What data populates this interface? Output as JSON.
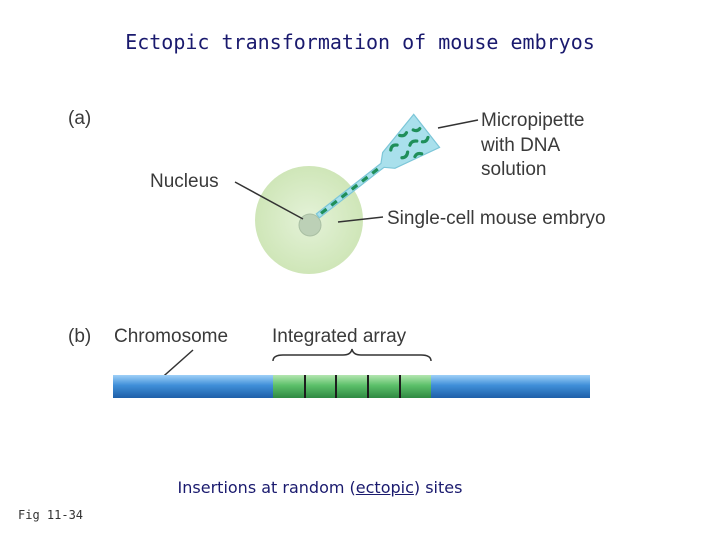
{
  "title": "Ectopic transformation of mouse embryos",
  "panel_a": {
    "letter": "(a)",
    "nucleus_label": "Nucleus",
    "micropipette_label": [
      "Micropipette",
      "with DNA",
      "solution"
    ],
    "embryo_label": "Single-cell mouse embryo"
  },
  "panel_b": {
    "letter": "(b)",
    "chromosome_label": "Chromosome",
    "array_label": "Integrated array"
  },
  "caption": {
    "before": "Insertions at random (",
    "underlined": "ectopic",
    "after": ") sites"
  },
  "figure_ref": "Fig 11-34",
  "colors": {
    "title": "#1a1a6e",
    "embryo": "#d6ebc2",
    "nucleus": "#bcd0b6",
    "pipette": "#a9e0ec",
    "dna": "#1f8f5a",
    "chromosome": "#3f8fd8",
    "array": "#5cc06a"
  }
}
